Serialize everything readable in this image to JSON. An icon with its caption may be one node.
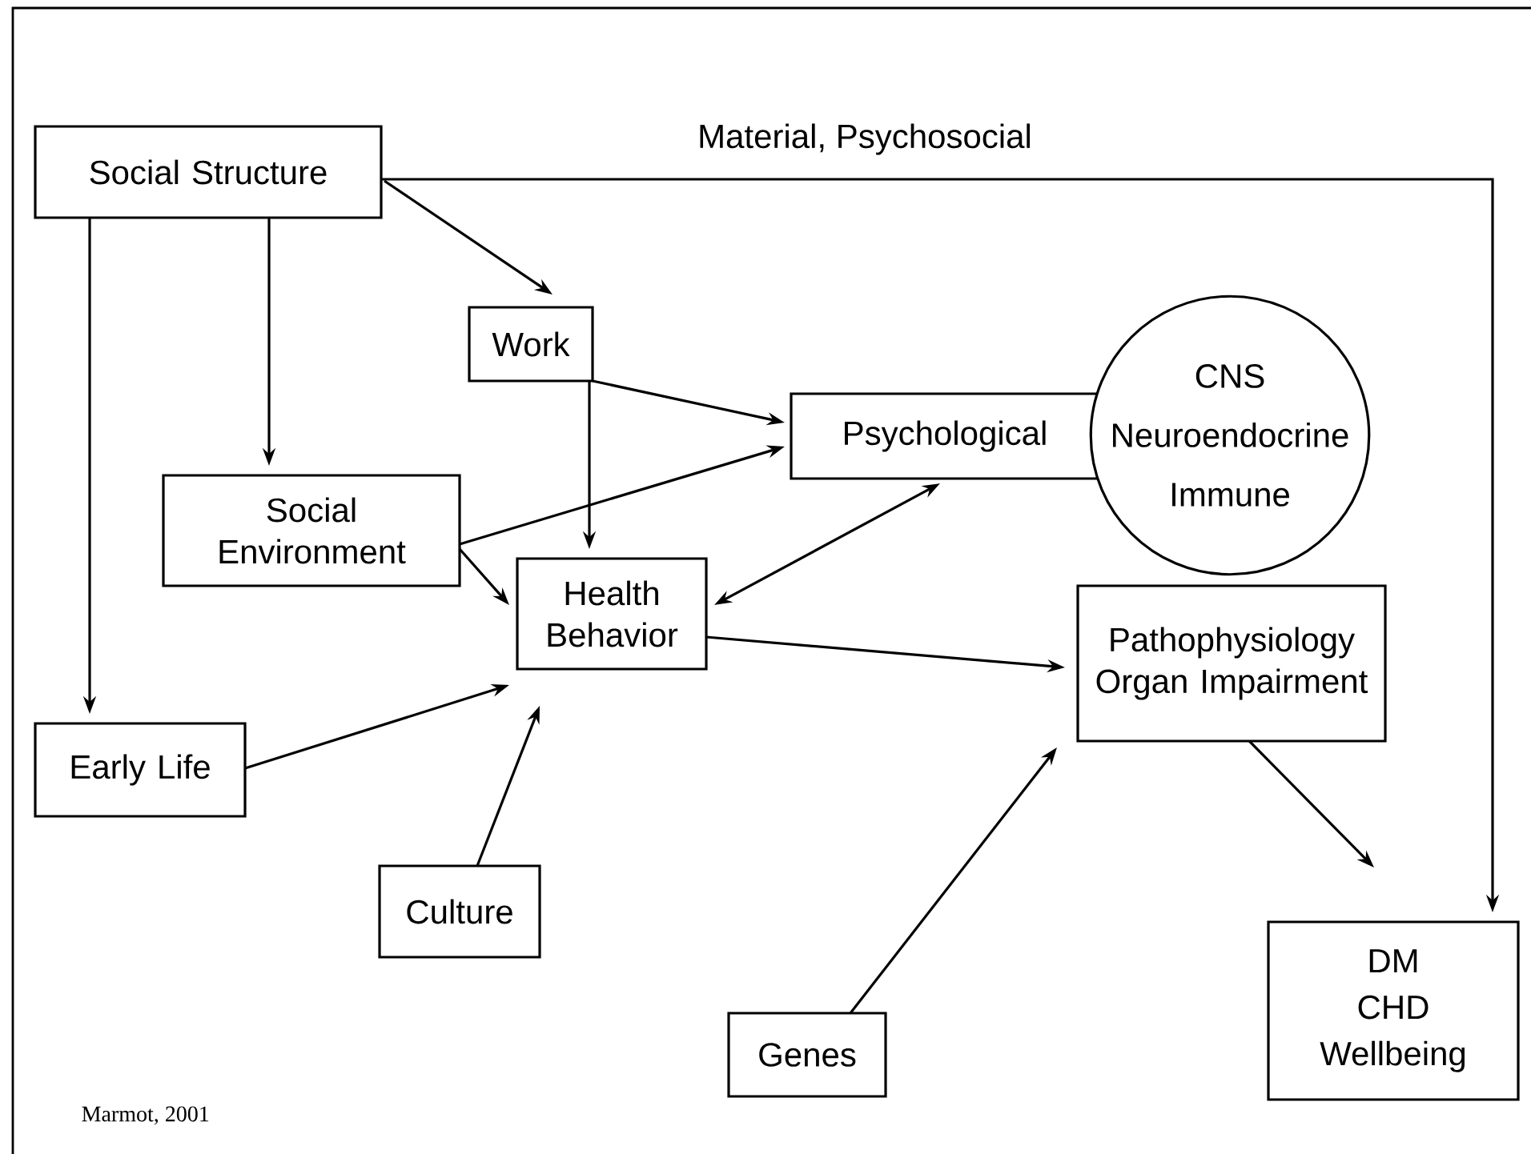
{
  "diagram": {
    "nodes": [
      {
        "text": [
          "Social Structure"
        ]
      },
      {
        "text": [
          "Work"
        ]
      },
      {
        "text": [
          "Psychological"
        ]
      },
      {
        "text": [
          "CNS Neuroendocrine Immune"
        ]
      },
      {
        "text": [
          "Social Environment"
        ]
      },
      {
        "text": [
          "Health Behavior"
        ]
      },
      {
        "text": [
          "Pathophysiology Organ Impairment"
        ]
      },
      {
        "text": [
          "Early Life"
        ]
      },
      {
        "text": [
          "Culture"
        ]
      },
      {
        "text": [
          "DM CHD Wellbeing"
        ]
      },
      {
        "text": [
          "Genes"
        ]
      }
    ],
    "edges": [
      {
        "from": 0,
        "to": 9,
        "arrow": "to",
        "label": "Material, Psychosocial"
      },
      {
        "from": 0,
        "to": 1,
        "arrow": "to"
      },
      {
        "from": 0,
        "to": 4,
        "arrow": "to"
      },
      {
        "from": 0,
        "to": 7,
        "arrow": "to"
      },
      {
        "from": 1,
        "to": 2,
        "arrow": "to"
      },
      {
        "from": 1,
        "to": 5,
        "arrow": "to"
      },
      {
        "from": 4,
        "to": 2,
        "arrow": "to"
      },
      {
        "from": 4,
        "to": 5,
        "arrow": "to"
      },
      {
        "from": 5,
        "to": 2,
        "arrow": "both"
      },
      {
        "from": 5,
        "to": 6,
        "arrow": "to"
      },
      {
        "from": 7,
        "to": 5,
        "arrow": "to"
      },
      {
        "from": 8,
        "to": 5,
        "arrow": "to"
      },
      {
        "from": 10,
        "to": 6,
        "arrow": "to"
      },
      {
        "from": 6,
        "to": 9,
        "arrow": "to"
      }
    ],
    "labels": [
      "Marmot, 2001"
    ]
  }
}
